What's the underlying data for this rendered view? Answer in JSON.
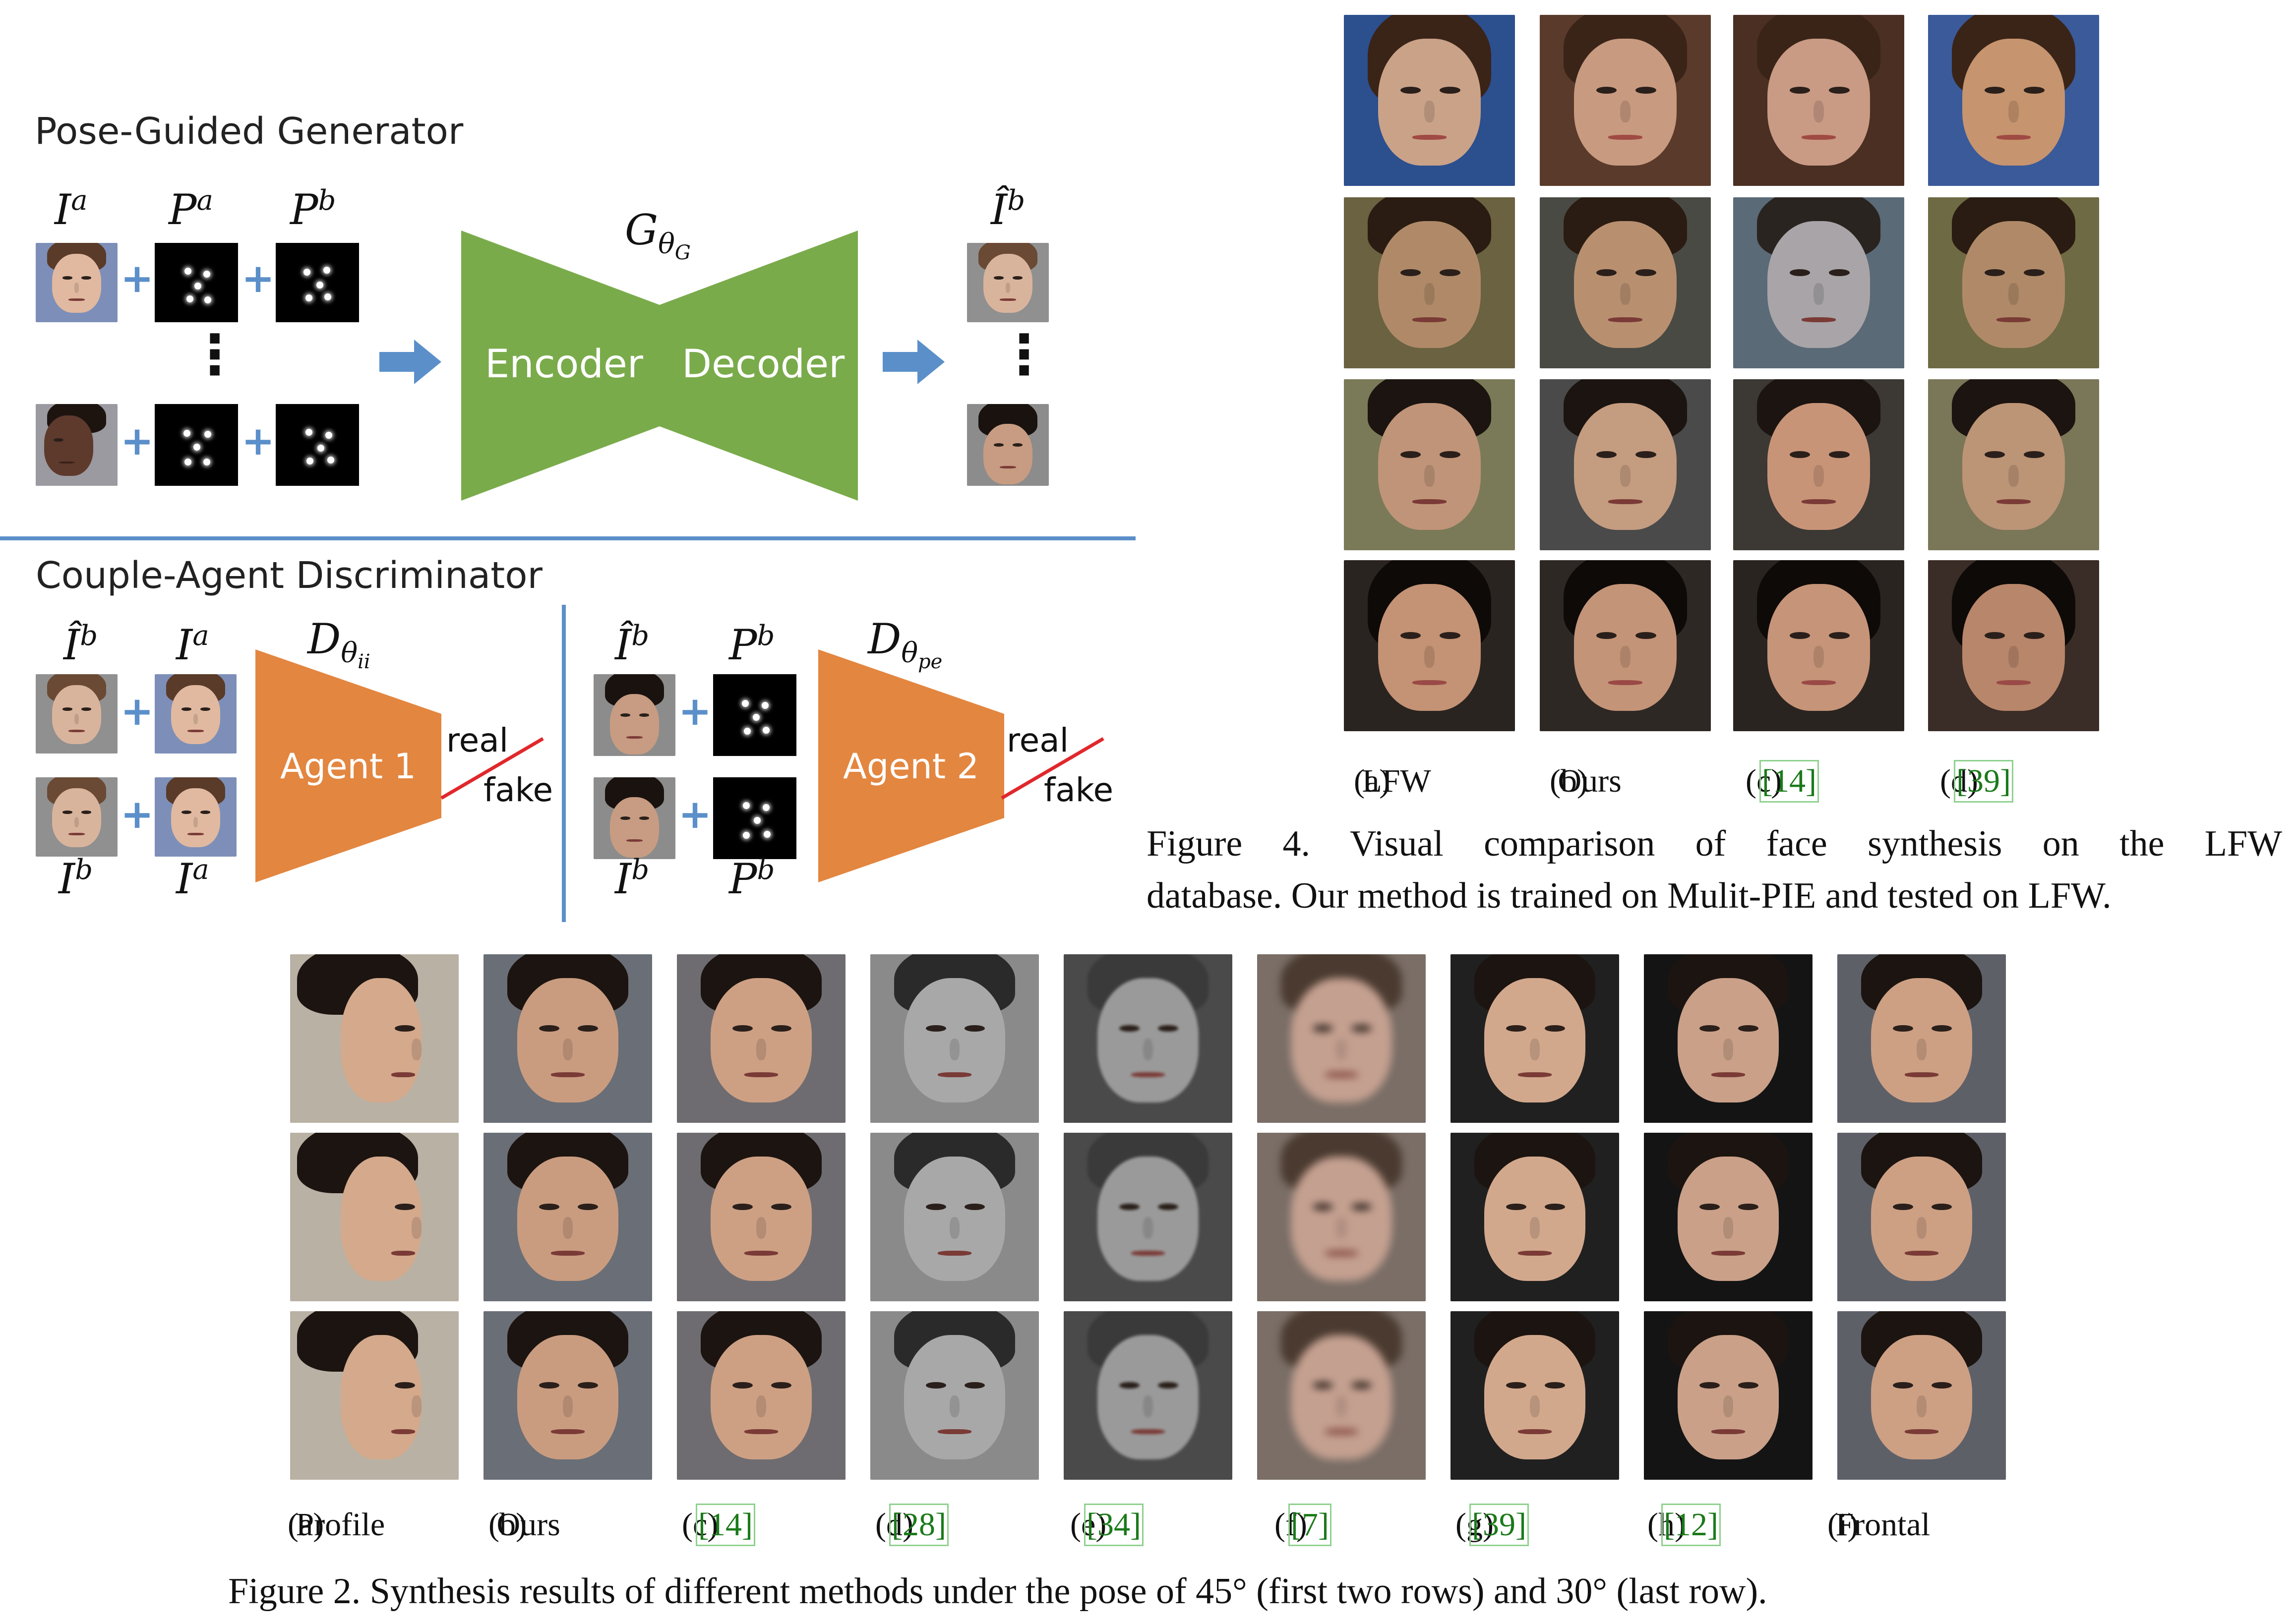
{
  "diagram": {
    "generator_title": "Pose-Guided Generator",
    "discriminator_title": "Couple-Agent Discriminator",
    "encoder_label": "Encoder",
    "decoder_label": "Decoder",
    "agent1_label": "Agent 1",
    "agent2_label": "Agent 2",
    "real_label": "real",
    "fake_label": "fake",
    "vertical_ellipsis": "⋮",
    "plus_glyph": "+",
    "math": {
      "I": "I",
      "P": "P",
      "G": "G",
      "D": "D",
      "I_hat": "Î",
      "sup_a": "a",
      "sup_b": "b",
      "theta": "θ",
      "sub_G": "G",
      "sub_ii": "ii",
      "sub_pe": "pe"
    },
    "colors": {
      "generator_green": "#7aab4b",
      "agent_orange": "#e38640",
      "arrow_blue": "#5b8fc9",
      "divider_blue": "#5b8fc9",
      "slash_red": "#e0282c"
    }
  },
  "figure4": {
    "sub_captions": [
      {
        "letter": "(a)",
        "text": "LFW"
      },
      {
        "letter": "(b)",
        "text": "Ours"
      },
      {
        "letter": "(c)",
        "text": "[14]"
      },
      {
        "letter": "(d)",
        "text": "[39]"
      }
    ],
    "caption_line1": "Figure 4. Visual comparison of face synthesis on the LFW",
    "caption_line2": "database. Our method is trained on Mulit-PIE and tested on LFW."
  },
  "figure2": {
    "sub_captions": [
      {
        "letter": "(a)",
        "text": "Profile"
      },
      {
        "letter": "(b)",
        "text": "Ours"
      },
      {
        "letter": "(c)",
        "text": "[14]"
      },
      {
        "letter": "(d)",
        "text": "[28]"
      },
      {
        "letter": "(e)",
        "text": "[34]"
      },
      {
        "letter": "(f)",
        "text": "[7]"
      },
      {
        "letter": "(g)",
        "text": "[39]"
      },
      {
        "letter": "(h)",
        "text": "[12]"
      },
      {
        "letter": "(i)",
        "text": "Frontal"
      }
    ],
    "caption": "Figure 2. Synthesis results of different methods under the pose of 45° (first two rows) and 30° (last row)."
  }
}
